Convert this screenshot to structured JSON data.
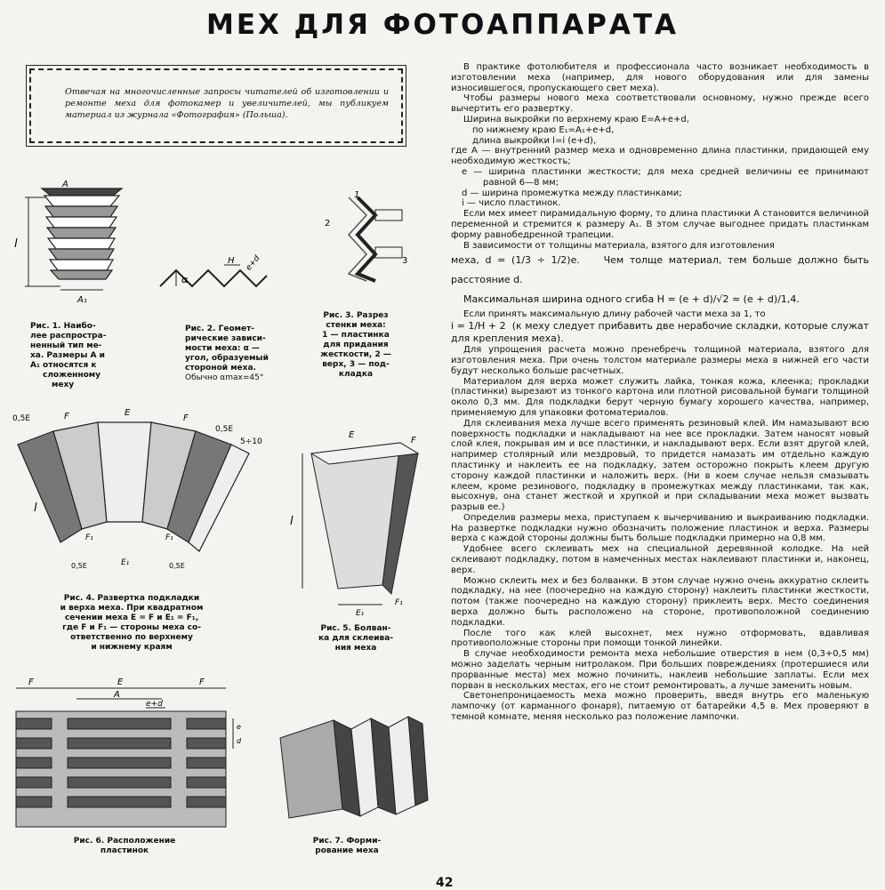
{
  "title": "МЕХ ДЛЯ ФОТОАППАРАТА",
  "intro": "Отвечая на многочисленные запросы читателей об изготовлении и ремонте меха для фотокамер и увеличителей, мы публикуем материал из журнала «Фотография» (Польша).",
  "figures": {
    "fig1": {
      "caption_l1": "Рис. 1. Наибо-",
      "caption_l2": "лее распростра-",
      "caption_l3": "ненный тип ме-",
      "caption_l4": "ха. Размеры A и",
      "caption_l5": "A₁ относятся к",
      "caption_l6": "сложенному",
      "caption_l7": "меху",
      "labels": [
        "A",
        "l",
        "A₁"
      ]
    },
    "fig2": {
      "caption_l1": "Рис. 2. Геомет-",
      "caption_l2": "рические зависи-",
      "caption_l3": "мости меха: α —",
      "caption_l4": "угол, образуемый",
      "caption_l5": "стороной меха.",
      "caption_l6": "Обычно αmax=45°",
      "labels": [
        "α",
        "H",
        "e+d"
      ]
    },
    "fig3": {
      "caption_l1": "Рис. 3. Разрез",
      "caption_l2": "стенки меха:",
      "caption_l3": "1 — пластинка",
      "caption_l4": "для придания",
      "caption_l5": "жесткости, 2 —",
      "caption_l6": "верх, 3 — под-",
      "caption_l7": "кладка",
      "labels": [
        "1",
        "2",
        "3"
      ]
    },
    "fig4": {
      "caption_l1": "Рис. 4. Развертка подкладки",
      "caption_l2": "и верха меха. При квадратном",
      "caption_l3": "сечении меха E = F и E₁ = F₁,",
      "caption_l4": "где F и F₁ — стороны меха со-",
      "caption_l5": "ответственно по верхнему",
      "caption_l6": "и нижнему краям",
      "labels": [
        "0,5E",
        "F",
        "E",
        "F",
        "0,5E",
        "5÷10",
        "l",
        "F₁",
        "E₁",
        "F₁",
        "0,5E",
        "0,5E"
      ]
    },
    "fig5": {
      "caption_l1": "Рис. 5. Болван-",
      "caption_l2": "ка для склеива-",
      "caption_l3": "ния меха",
      "labels": [
        "E",
        "F",
        "l",
        "E₁",
        "F₁"
      ]
    },
    "fig6": {
      "caption_l1": "Рис. 6. Расположение",
      "caption_l2": "пластинок",
      "labels": [
        "F",
        "E",
        "F",
        "A",
        "e+d",
        "e",
        "d"
      ]
    },
    "fig7": {
      "caption_l1": "Рис. 7. Форми-",
      "caption_l2": "рование меха"
    }
  },
  "body": {
    "p1": "В практике фотолюбителя и профессионала часто возникает необходимость в изготовлении меха (например, для нового оборудования или для замены износившегося, пропускающего свет меха).",
    "p2": "Чтобы размеры нового меха соответствовали основному, нужно прежде всего вычертить его развертку.",
    "p3": "Ширина выкройки по верхнему краю E=A+e+d,",
    "p4": "по нижнему краю E₁=A₁+e+d,",
    "p5": "длина выкройки l=i (e+d),",
    "p6": "где A — внутренний размер меха и одновременно длина пластинки, придающей ему необходимую жесткость;",
    "p7": "e — ширина пластинки жесткости; для меха средней величины ее принимают равной 6—8 мм;",
    "p8": "d — ширина промежутка между пластинками;",
    "p9": "i — число пластинок.",
    "p10": "Если мех имеет пирамидальную форму, то длина пластинки A становится величиной переменной и стремится к размеру A₁. В этом случае выгоднее придать пластинкам форму равнобедренной трапеции.",
    "p11": "В зависимости от толщины материала, взятого для изготовления",
    "p12a": "меха, d = (1/3 ÷ 1/2)e.",
    "p12b": "Чем толще материал, тем больше должно быть расстояние d.",
    "p13": "Максимальная ширина одного сгиба H = (e + d)/√2 ≈ (e + d)/1,4.",
    "p14": "Если принять максимальную длину рабочей части меха за 1, то",
    "p15a": "i = 1/H + 2",
    "p15b": "(к меху следует прибавить две нерабочие складки, которые служат для крепления меха).",
    "p16": "Для упрощения расчета можно пренебречь толщиной материала, взятого для изготовления меха. При очень толстом материале размеры меха в нижней его части будут несколько больше расчетных.",
    "p17": "Материалом для верха может служить лайка, тонкая кожа, клеенка; прокладки (пластинки) вырезают из тонкого картона или плотной рисовальной бумаги толщиной около 0,3 мм. Для подкладки берут черную бумагу хорошего качества, например, применяемую для упаковки фотоматериалов.",
    "p18": "Для склеивания меха лучше всего применять резиновый клей. Им намазывают всю поверхность подкладки и накладывают на нее все прокладки. Затем наносят новый слой клея, покрывая им и все пластинки, и накладывают верх. Если взят другой клей, например столярный или мездровый, то придется намазать им отдельно каждую пластинку и наклеить ее на подкладку, затем осторожно покрыть клеем другую сторону каждой пластинки и наложить верх. (Ни в коем случае нельзя смазывать клеем, кроме резинового, подкладку в промежутках между пластинками, так как, высохнув, она станет жесткой и хрупкой и при складывании меха может вызвать разрыв ее.)",
    "p19": "Определив размеры меха, приступаем к вычерчиванию и выкраиванию подкладки. На развертке подкладки нужно обозначить положение пластинок и верха. Размеры верха с каждой стороны должны быть больше подкладки примерно на 0,8 мм.",
    "p20": "Удобнее всего склеивать мех на специальной деревянной колодке. На ней склеивают подкладку, потом в намеченных местах наклеивают пластинки и, наконец, верх.",
    "p21": "Можно склеить мех и без болванки. В этом случае нужно очень аккуратно склеить подкладку, на нее (поочередно на каждую сторону) наклеить пластинки жесткости, потом (также поочередно на каждую сторону) приклеить верх. Место соединения верха должно быть расположено на стороне, противоположной соединению подкладки.",
    "p22": "После того как клей высохнет, мех нужно отформовать, вдавливая противоположные стороны при помощи тонкой линейки.",
    "p23": "В случае необходимости ремонта меха небольшие отверстия в нем (0,3+0,5 мм) можно заделать черным нитролаком. При больших повреждениях (протершиеся или прорванные места) мех можно починить, наклеив небольшие заплаты. Если мех порван в нескольких местах, его не стоит ремонтировать, а лучше заменить новым.",
    "p24": "Светонепроницаемость меха можно проверить, введя внутрь его маленькую лампочку (от карманного фонаря), питаемую от батарейки 4,5 в. Мех проверяют в темной комнате, меняя несколько раз положение лампочки."
  },
  "page_number": "42"
}
